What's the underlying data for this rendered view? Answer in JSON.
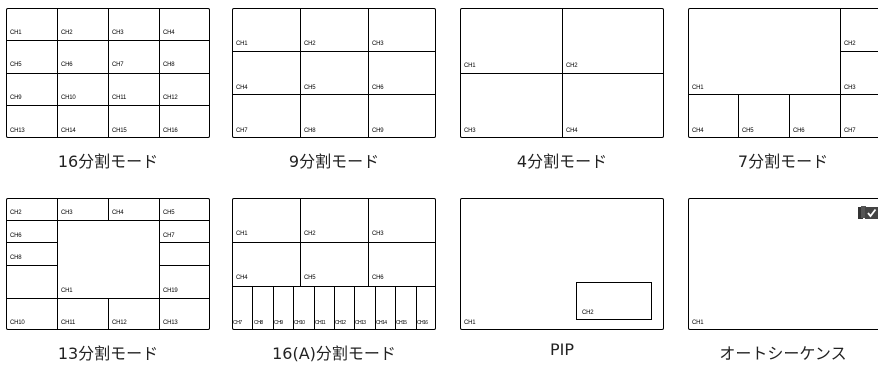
{
  "panels": [
    {
      "caption": "16分割モード",
      "labels": [
        "CH1",
        "CH2",
        "CH3",
        "CH4",
        "CH5",
        "CH6",
        "CH7",
        "CH8",
        "CH9",
        "CH10",
        "CH11",
        "CH12",
        "CH13",
        "CH14",
        "CH15",
        "CH16"
      ]
    },
    {
      "caption": "9分割モード",
      "labels": [
        "CH1",
        "CH2",
        "CH3",
        "CH4",
        "CH5",
        "CH6",
        "CH7",
        "CH8",
        "CH9"
      ]
    },
    {
      "caption": "4分割モード",
      "labels": [
        "CH1",
        "CH2",
        "CH3",
        "CH4"
      ]
    },
    {
      "caption": "7分割モード",
      "labels": [
        "CH1",
        "CH2",
        "CH3",
        "CH4",
        "CH5",
        "CH6",
        "CH7"
      ]
    },
    {
      "caption": "13分割モード",
      "labels": [
        "CH2",
        "CH3",
        "CH4",
        "CH5",
        "CH6",
        "CH7",
        "CH8",
        "CH1",
        "CH19",
        "CH10",
        "CH11",
        "CH12",
        "CH13"
      ]
    },
    {
      "caption": "16(A)分割モード",
      "labels": [
        "CH1",
        "CH2",
        "CH3",
        "CH4",
        "CH5",
        "CH6",
        "CH7",
        "CH8",
        "CH9",
        "CH10",
        "CH11",
        "CH12",
        "CH13",
        "CH14",
        "CH15",
        "CH16"
      ]
    },
    {
      "caption": "PIP",
      "labels": [
        "CH1",
        "CH2"
      ]
    },
    {
      "caption": "オートシーケンス",
      "labels": [
        "CH1"
      ],
      "icon": "auto-sequence-icon"
    }
  ]
}
